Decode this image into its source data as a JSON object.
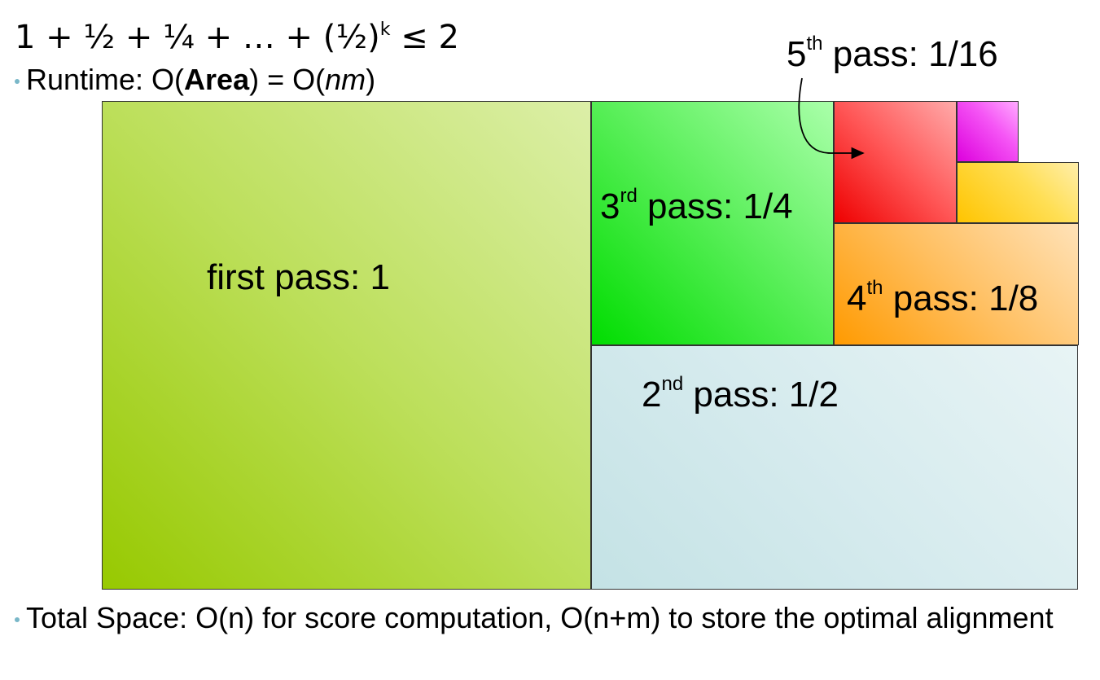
{
  "header": {
    "formula_prefix": "1 + ½ + ¼ + … + (½)",
    "formula_exponent": "k",
    "formula_suffix": " ≤ 2",
    "runtime_prefix": "Runtime: O(",
    "runtime_bold": "Area",
    "runtime_middle": ") = O(",
    "runtime_italic": "nm",
    "runtime_suffix": ")"
  },
  "passes": [
    {
      "label": "first pass: 1",
      "color": "#97c900"
    },
    {
      "base": "2",
      "sup": "nd",
      "rest": " pass: 1/2",
      "color": "#c4e2e5"
    },
    {
      "base": "3",
      "sup": "rd",
      "rest": " pass: 1/4",
      "color": "#00dd00"
    },
    {
      "base": "4",
      "sup": "th",
      "rest": " pass: 1/8",
      "color": "#ff9a00"
    },
    {
      "base": "5",
      "sup": "th",
      "rest": " pass: 1/16",
      "color": "#ee0000"
    }
  ],
  "extra_blocks": [
    {
      "color": "#ffc400"
    },
    {
      "color": "#dd00dd"
    }
  ],
  "footer": {
    "total_space": "Total Space: O(n) for score computation, O(n+m) to store the optimal alignment"
  }
}
